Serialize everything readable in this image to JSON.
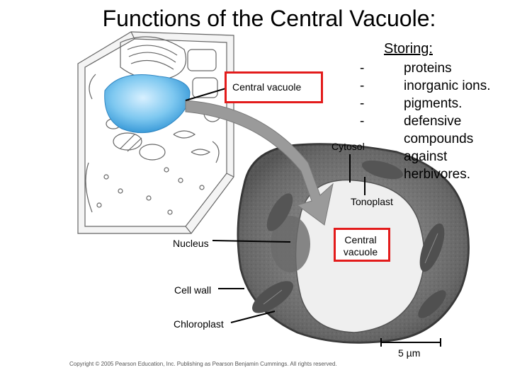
{
  "title": "Functions of the Central Vacuole:",
  "storing": {
    "heading": "Storing:",
    "items": [
      {
        "dash": "-",
        "text": "proteins"
      },
      {
        "dash": "-",
        "text": "inorganic ions."
      },
      {
        "dash": "-",
        "text": "pigments."
      },
      {
        "dash": "-",
        "text": "defensive"
      }
    ],
    "continuation": [
      "compounds",
      "against",
      "herbivores."
    ]
  },
  "labels": {
    "central_vacuole_top": "Central vacuole",
    "cytosol": "Cytosol",
    "tonoplast": "Tonoplast",
    "central_vacuole_bottom": "Central vacuole",
    "nucleus": "Nucleus",
    "cell_wall": "Cell wall",
    "chloroplast": "Chloroplast",
    "scale_bar": "5 µm"
  },
  "copyright": "Copyright © 2005 Pearson Education, Inc. Publishing as Pearson Benjamin Cummings. All rights reserved.",
  "colors": {
    "highlight_box": "#e31b1b",
    "vacuole_blue": "#7ec8f0",
    "arrow_gray": "#9a9a9a"
  }
}
